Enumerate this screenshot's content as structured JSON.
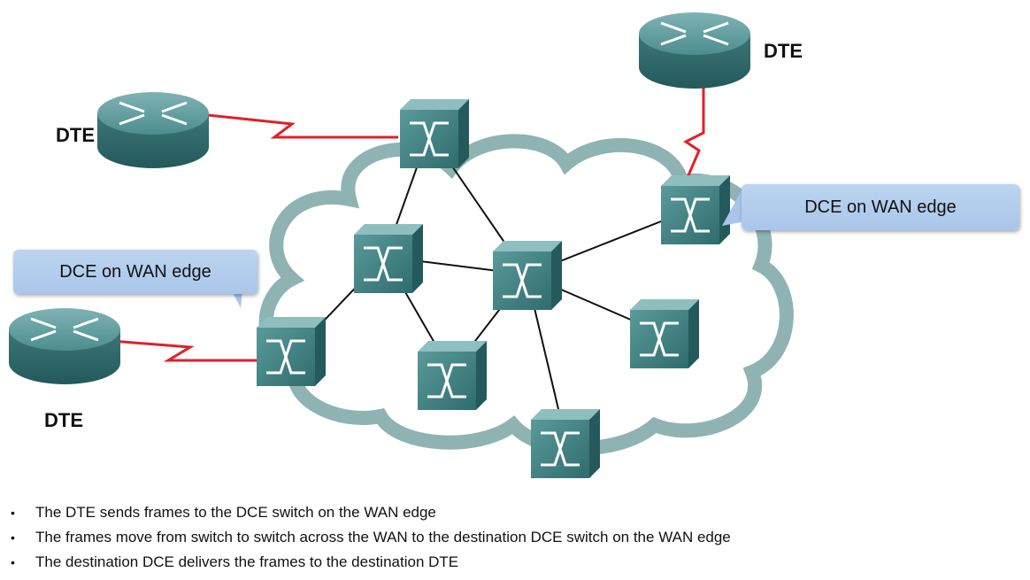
{
  "diagram": {
    "dte_labels": {
      "top_left": "DTE",
      "top_right": "DTE",
      "bottom_left": "DTE"
    },
    "callouts": {
      "right": "DCE on WAN edge",
      "left": "DCE on WAN edge"
    },
    "colors": {
      "cloud_stroke": "#8fb3b3",
      "device_body": "#3f7f80",
      "serial_link": "#e0202a",
      "callout_fill": "#b3cdee"
    }
  },
  "bullets": [
    "The DTE sends frames to the DCE switch on the WAN edge",
    "The frames move from switch to switch across the WAN to the destination DCE switch on the WAN edge",
    "The destination DCE delivers the frames to the destination DTE"
  ]
}
